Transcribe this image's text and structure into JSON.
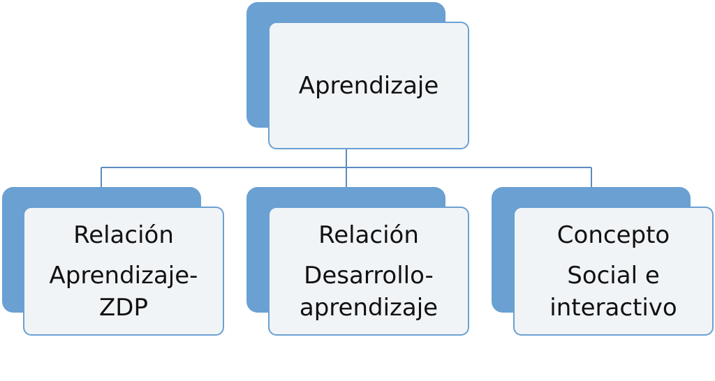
{
  "diagram": {
    "root": {
      "label": "Aprendizaje"
    },
    "children": [
      {
        "line1": "Relación",
        "line2": "Aprendizaje-",
        "line3": "ZDP"
      },
      {
        "line1": "Relación",
        "line2": "Desarrollo-",
        "line3": "aprendizaje"
      },
      {
        "line1": "Concepto",
        "line2": "Social e",
        "line3": "interactivo"
      }
    ],
    "colors": {
      "box_fill": "#f1f4f7",
      "accent": "#6aa0d2",
      "connector": "#5b8bbf"
    }
  }
}
